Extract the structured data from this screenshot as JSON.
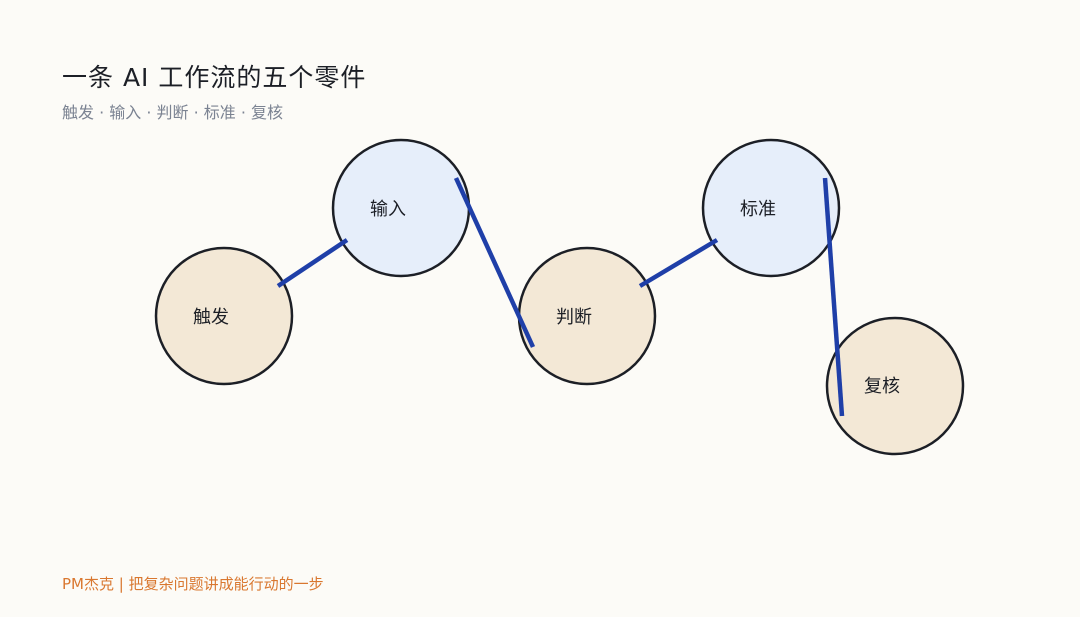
{
  "header": {
    "title": "一条 AI 工作流的五个零件",
    "subtitle": "触发 · 输入 · 判断 · 标准 · 复核"
  },
  "diagram": {
    "nodes": [
      {
        "id": "trigger",
        "label": "触发",
        "fill": "#f3e8d6"
      },
      {
        "id": "input",
        "label": "输入",
        "fill": "#e6eefa"
      },
      {
        "id": "judge",
        "label": "判断",
        "fill": "#f3e8d6"
      },
      {
        "id": "standard",
        "label": "标准",
        "fill": "#e6eefa"
      },
      {
        "id": "review",
        "label": "复核",
        "fill": "#f3e8d6"
      }
    ],
    "connector_color": "#1f3fa8",
    "node_stroke_color": "#1c1f26"
  },
  "footer": {
    "text": "PM杰克 | 把复杂问题讲成能行动的一步"
  }
}
